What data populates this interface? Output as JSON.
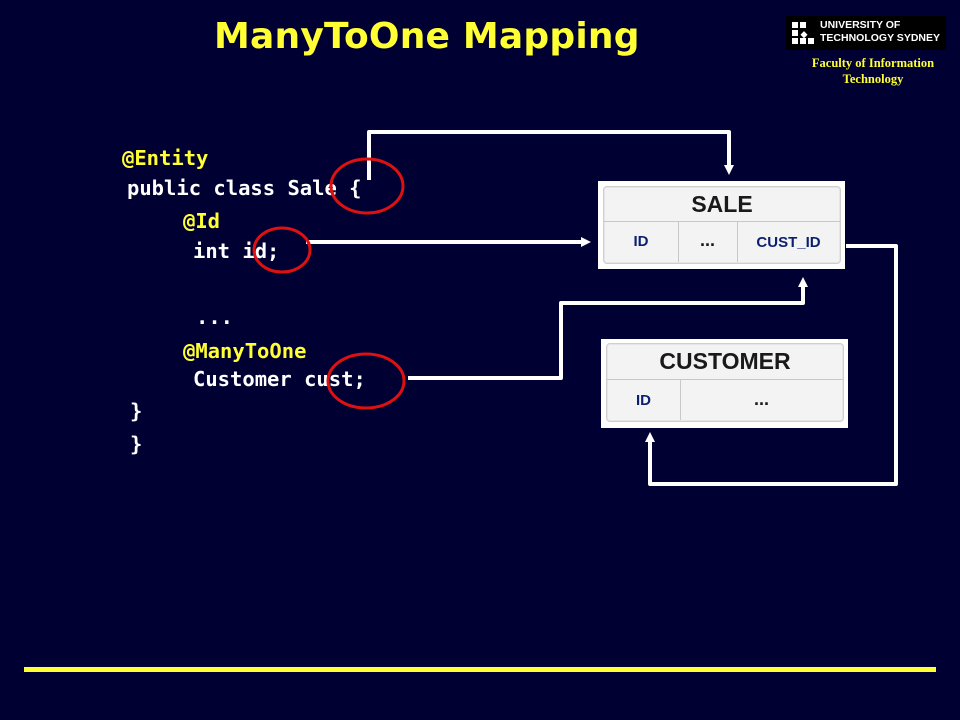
{
  "header": {
    "title": "ManyToOne Mapping",
    "logo_line1": "UNIVERSITY OF",
    "logo_line2": "TECHNOLOGY SYDNEY",
    "faculty_line1": "Faculty of Information",
    "faculty_line2": "Technology"
  },
  "code": {
    "entity": "@Entity",
    "class_decl": "public class Sale {",
    "id_annotation": "@Id",
    "id_field": "int id;",
    "ellipsis": "...",
    "many_annotation": "@ManyToOne",
    "cust_field": "Customer cust;",
    "close1": "}",
    "close2": "}"
  },
  "sale_table": {
    "name": "SALE",
    "col_id": "ID",
    "col_mid": "...",
    "col_fk": "CUST_ID"
  },
  "customer_table": {
    "name": "CUSTOMER",
    "col_id": "ID",
    "col_mid": "..."
  },
  "colors": {
    "background": "#000033",
    "accent": "#ffff33",
    "highlight": "#dd1111"
  }
}
